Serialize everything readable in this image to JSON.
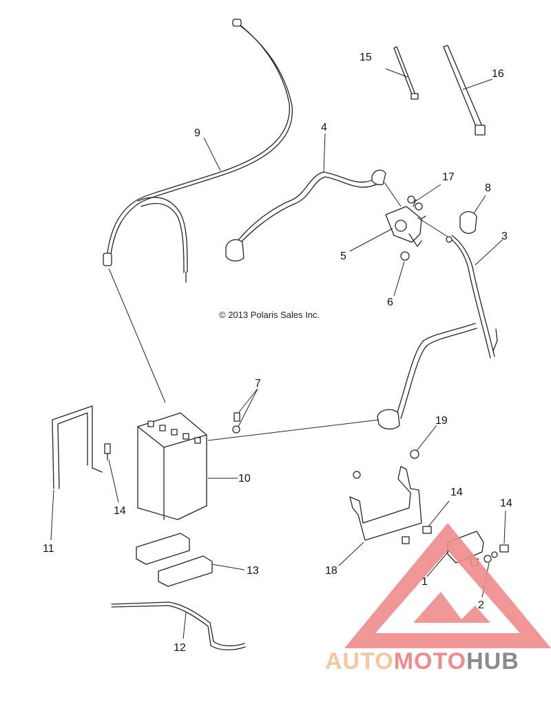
{
  "copyright": "© 2013 Polaris Sales Inc.",
  "callouts": {
    "c1": "1",
    "c2": "2",
    "c3": "3",
    "c4": "4",
    "c5": "5",
    "c6": "6",
    "c7": "7",
    "c8": "8",
    "c9": "9",
    "c10": "10",
    "c11": "11",
    "c12": "12",
    "c13": "13",
    "c14a": "14",
    "c14b": "14",
    "c14c": "14",
    "c15": "15",
    "c16": "16",
    "c17": "17",
    "c18": "18",
    "c19": "19"
  },
  "watermark": {
    "part1": "AUTO",
    "part2": "MOTO",
    "part3": "HUB",
    "color_light": "#f6c79c",
    "color_red": "#f08b8b",
    "color_gray": "#8a8a8a"
  }
}
